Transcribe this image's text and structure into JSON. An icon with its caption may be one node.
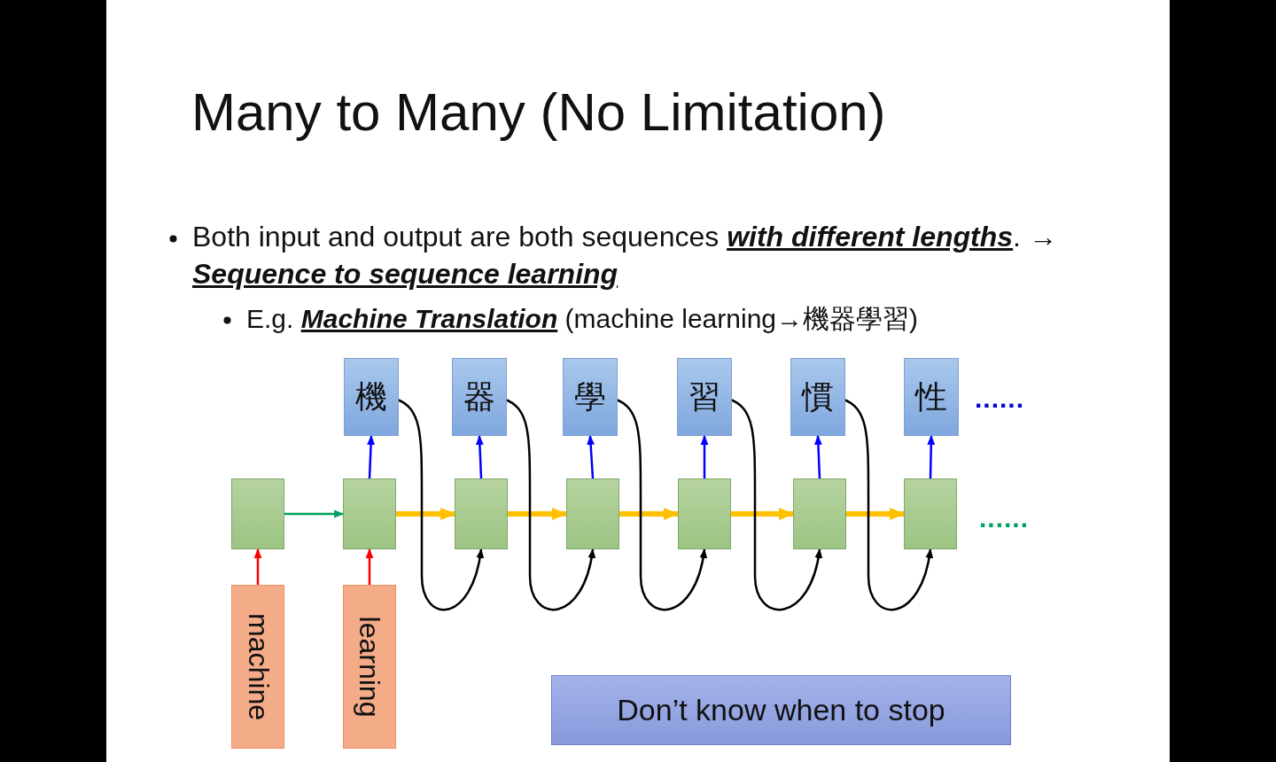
{
  "diagram": {
    "title": "Many to Many (No Limitation)",
    "nodes": [
      {
        "text": [
          "機"
        ]
      },
      {
        "text": [
          "器"
        ]
      },
      {
        "text": [
          "學"
        ]
      },
      {
        "text": [
          "習"
        ]
      },
      {
        "text": [
          "慣"
        ]
      },
      {
        "text": [
          "性"
        ]
      },
      {
        "text": [],
        "shape": "box"
      },
      {
        "text": [],
        "shape": "box"
      },
      {
        "text": [],
        "shape": "box"
      },
      {
        "text": [],
        "shape": "box"
      },
      {
        "text": [],
        "shape": "box"
      },
      {
        "text": [],
        "shape": "box"
      },
      {
        "text": [],
        "shape": "box"
      },
      {
        "text": [
          "machine"
        ]
      },
      {
        "text": [
          "learning"
        ]
      },
      {
        "text": [
          "Don’t know when to stop"
        ]
      }
    ],
    "edges": [
      {
        "from": 13,
        "to": 6,
        "arrow": "to",
        "color": "#ff0000"
      },
      {
        "from": 14,
        "to": 7,
        "arrow": "to",
        "color": "#ff0000"
      },
      {
        "from": 6,
        "to": 7,
        "arrow": "to",
        "color": "#00a060"
      },
      {
        "from": 7,
        "to": 0,
        "arrow": "to",
        "color": "#0000ff"
      },
      {
        "from": 7,
        "to": 8,
        "arrow": "to",
        "style": "thick",
        "color": "#ffc000"
      },
      {
        "from": 0,
        "to": 8,
        "arrow": "to",
        "color": "#000000"
      },
      {
        "from": 8,
        "to": 1,
        "arrow": "to",
        "color": "#0000ff"
      },
      {
        "from": 8,
        "to": 9,
        "arrow": "to",
        "style": "thick",
        "color": "#ffc000"
      },
      {
        "from": 1,
        "to": 9,
        "arrow": "to",
        "color": "#000000"
      },
      {
        "from": 9,
        "to": 2,
        "arrow": "to",
        "color": "#0000ff"
      },
      {
        "from": 9,
        "to": 10,
        "arrow": "to",
        "style": "thick",
        "color": "#ffc000"
      },
      {
        "from": 2,
        "to": 10,
        "arrow": "to",
        "color": "#000000"
      },
      {
        "from": 10,
        "to": 3,
        "arrow": "to",
        "color": "#0000ff"
      },
      {
        "from": 10,
        "to": 11,
        "arrow": "to",
        "style": "thick",
        "color": "#ffc000"
      },
      {
        "from": 3,
        "to": 11,
        "arrow": "to",
        "color": "#000000"
      },
      {
        "from": 11,
        "to": 4,
        "arrow": "to",
        "color": "#0000ff"
      },
      {
        "from": 11,
        "to": 12,
        "arrow": "to",
        "style": "thick",
        "color": "#ffc000"
      },
      {
        "from": 4,
        "to": 12,
        "arrow": "to",
        "color": "#000000"
      },
      {
        "from": 12,
        "to": 5,
        "arrow": "to",
        "color": "#0000ff"
      }
    ],
    "labels": [
      "Both input and output are both sequences **with different lengths**. → **Sequence to sequence learning**",
      "E.g. **Machine Translation** (machine learning→機器學習)",
      "......",
      "......"
    ]
  }
}
